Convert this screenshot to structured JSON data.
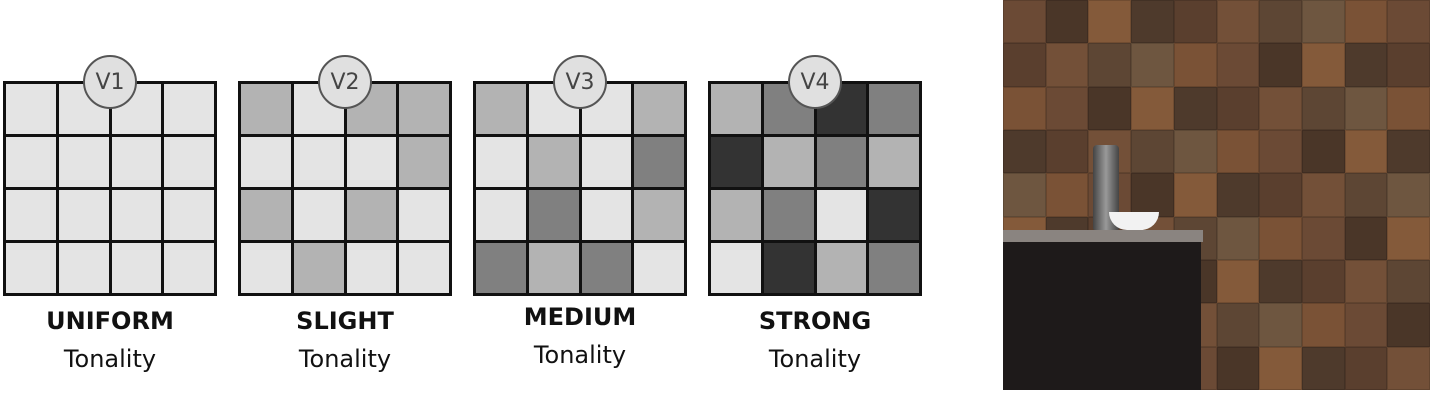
{
  "colors": {
    "L": "#e4e4e4",
    "M": "#b3b3b3",
    "D": "#808080",
    "K": "#333333"
  },
  "variants": [
    {
      "badge": "V1",
      "title": "UNIFORM",
      "subtitle": "Tonality",
      "cells": [
        "L",
        "L",
        "L",
        "L",
        "L",
        "L",
        "L",
        "L",
        "L",
        "L",
        "L",
        "L",
        "L",
        "L",
        "L",
        "L"
      ]
    },
    {
      "badge": "V2",
      "title": "SLIGHT",
      "subtitle": "Tonality",
      "cells": [
        "M",
        "L",
        "M",
        "M",
        "L",
        "L",
        "L",
        "M",
        "M",
        "L",
        "M",
        "L",
        "L",
        "M",
        "L",
        "L"
      ]
    },
    {
      "badge": "V3",
      "title": "MEDIUM",
      "subtitle": "Tonality",
      "cells": [
        "M",
        "L",
        "L",
        "M",
        "L",
        "M",
        "L",
        "D",
        "L",
        "D",
        "L",
        "M",
        "D",
        "M",
        "D",
        "L"
      ]
    },
    {
      "badge": "V4",
      "title": "STRONG",
      "subtitle": "Tonality",
      "cells": [
        "M",
        "D",
        "K",
        "D",
        "K",
        "M",
        "D",
        "M",
        "M",
        "D",
        "L",
        "K",
        "L",
        "K",
        "M",
        "D"
      ]
    }
  ]
}
